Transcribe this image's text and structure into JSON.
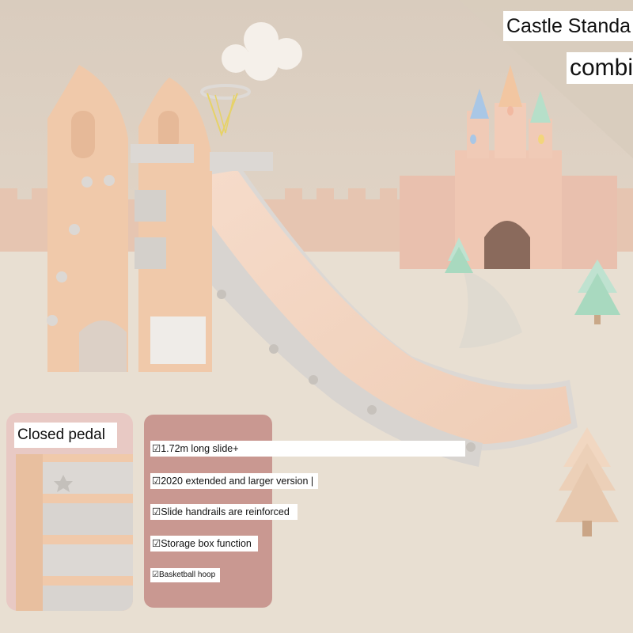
{
  "product": {
    "title_line1": "Castle Standa",
    "title_line2": "combi"
  },
  "inset": {
    "label": "Closed pedal"
  },
  "features": [
    "☑1.72m long slide+",
    "☑2020 extended and larger version |",
    "☑Slide handrails are reinforced",
    "☑Storage box function",
    "☑Basketball hoop"
  ],
  "colors": {
    "background": "#e6dccf",
    "slide_peach": "#f3d3bd",
    "rail_gray": "#dcd8d4",
    "tower_peach": "#f0c9aa",
    "castle_pink": "#e9c2b2",
    "features_panel": "#c99891",
    "pedal_panel": "#e8c9c4",
    "tree_mint": "#a8d9bf",
    "tree_wood": "#ecd0b8"
  }
}
